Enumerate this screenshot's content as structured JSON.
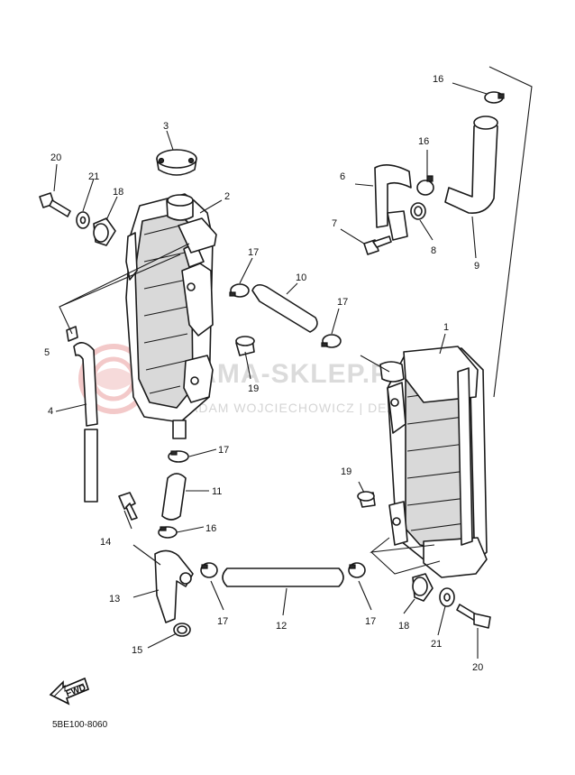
{
  "diagram": {
    "code": "5BE100-8060",
    "fwd_label": "FWD",
    "watermark": {
      "brand": "YAMA-SKLEP.PL",
      "dealer": "ADAM WOJCIECHOWICZ | DEALER YAMAHA"
    },
    "callouts": {
      "c1": "1",
      "c2": "2",
      "c3": "3",
      "c4": "4",
      "c5": "5",
      "c6": "6",
      "c7": "7",
      "c8": "8",
      "c9": "9",
      "c10": "10",
      "c11": "11",
      "c12": "12",
      "c13": "13",
      "c14": "14",
      "c15": "15",
      "c16a": "16",
      "c16b": "16",
      "c16c": "16",
      "c17a": "17",
      "c17b": "17",
      "c17c": "17",
      "c17d": "17",
      "c17e": "17",
      "c18a": "18",
      "c18b": "18",
      "c19a": "19",
      "c19b": "19",
      "c20a": "20",
      "c20b": "20",
      "c21a": "21",
      "c21b": "21"
    }
  }
}
